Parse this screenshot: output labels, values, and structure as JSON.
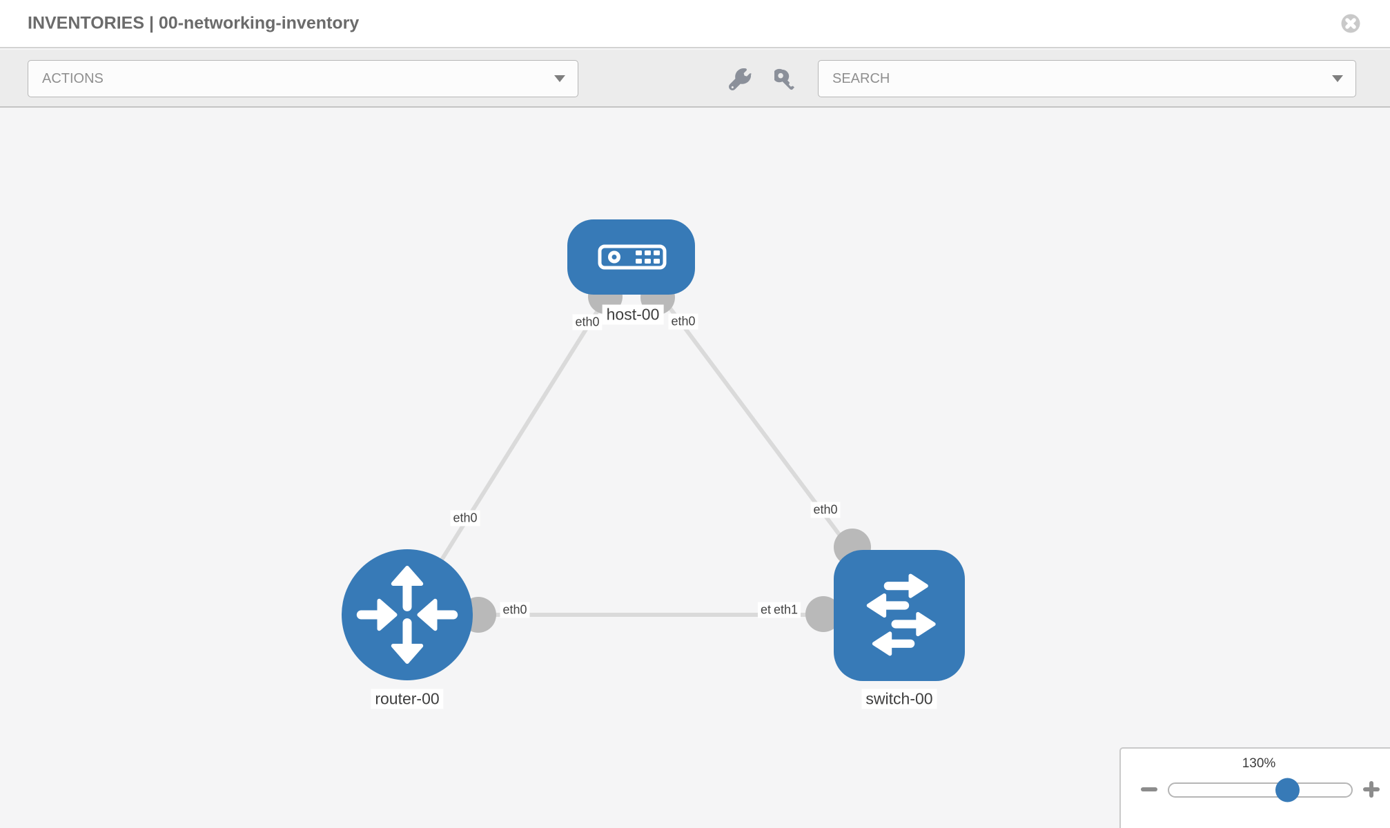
{
  "window": {
    "title": "INVENTORIES | 00-networking-inventory"
  },
  "header": {
    "close_icon": "circle-x"
  },
  "toolbar": {
    "actions_dropdown": {
      "value": "ACTIONS",
      "caret_icon": "caret-down"
    },
    "wrench_icon": "wrench",
    "key_icon": "key",
    "search_dropdown": {
      "value": "SEARCH",
      "caret_icon": "caret-down"
    }
  },
  "topology": {
    "nodes": [
      {
        "id": "host-00",
        "label": "host-00",
        "type": "host",
        "icon": "server-icon"
      },
      {
        "id": "router-00",
        "label": "router-00",
        "type": "router",
        "icon": "route-arrows-icon"
      },
      {
        "id": "switch-00",
        "label": "switch-00",
        "type": "switch",
        "icon": "exchange-arrows-icon"
      }
    ],
    "links": [
      {
        "source": "host-00",
        "target": "router-00",
        "source_interface": "eth0",
        "target_interface": "eth0"
      },
      {
        "source": "host-00",
        "target": "switch-00",
        "source_interface": "eth0",
        "target_interface": "eth0"
      },
      {
        "source": "router-00",
        "target": "switch-00",
        "source_interface": "eth0",
        "target_interfaces": [
          "eth0",
          "eth1"
        ]
      }
    ]
  },
  "zoom_control": {
    "level": "130%",
    "percent": 130,
    "zoom_out_icon": "minus",
    "zoom_in_icon": "plus"
  },
  "colors": {
    "node_blue": "#377ab7",
    "link_gray": "#dadada",
    "port_gray": "#b9b9b9",
    "toolbar_bg": "#ececec",
    "canvas_bg": "#f5f5f6",
    "slider_handle_blue": "#377ab7"
  }
}
